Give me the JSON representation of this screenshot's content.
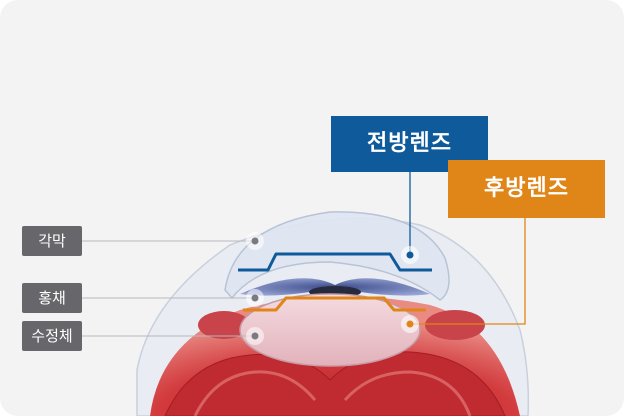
{
  "labels": {
    "cornea": "각막",
    "iris": "홍채",
    "lens": "수정체"
  },
  "callouts": {
    "anterior_lens": "전방렌즈",
    "posterior_lens": "후방렌즈"
  },
  "colors": {
    "anterior_lens": "#0f5a9b",
    "posterior_lens": "#e08518",
    "label_bg": "#67676b"
  }
}
